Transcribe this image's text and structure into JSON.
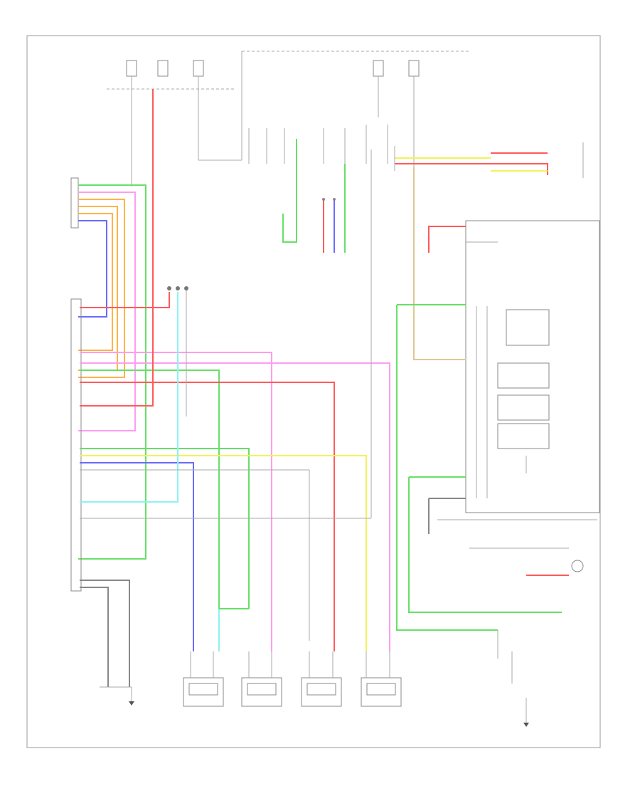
{
  "diagram": {
    "id_label": "",
    "page_corner_mark": "",
    "wire_colors": {
      "red": "#ff5a5a",
      "pink": "#ff9cf0",
      "green": "#66e066",
      "blue": "#6a6aff",
      "orange": "#ffb347",
      "yellow": "#f2f25a",
      "cyan": "#8df2f2",
      "tan": "#e0c890",
      "gray": "#b8b8b8"
    },
    "components": [
      {
        "key": "fuse_block",
        "label": ""
      },
      {
        "key": "steering_sensor",
        "label": ""
      },
      {
        "key": "joint_connector",
        "label": ""
      },
      {
        "key": "abs_control_unit",
        "label": ""
      },
      {
        "key": "can_terminator",
        "label": ""
      },
      {
        "key": "brake_switch",
        "label": ""
      },
      {
        "key": "stop_lamp_switch",
        "label": ""
      },
      {
        "key": "sensor_rr",
        "label": ""
      },
      {
        "key": "sensor_rl",
        "label": ""
      },
      {
        "key": "sensor_fr",
        "label": ""
      },
      {
        "key": "sensor_fl",
        "label": ""
      },
      {
        "key": "ground_left",
        "label": ""
      },
      {
        "key": "ground_right",
        "label": ""
      }
    ]
  }
}
